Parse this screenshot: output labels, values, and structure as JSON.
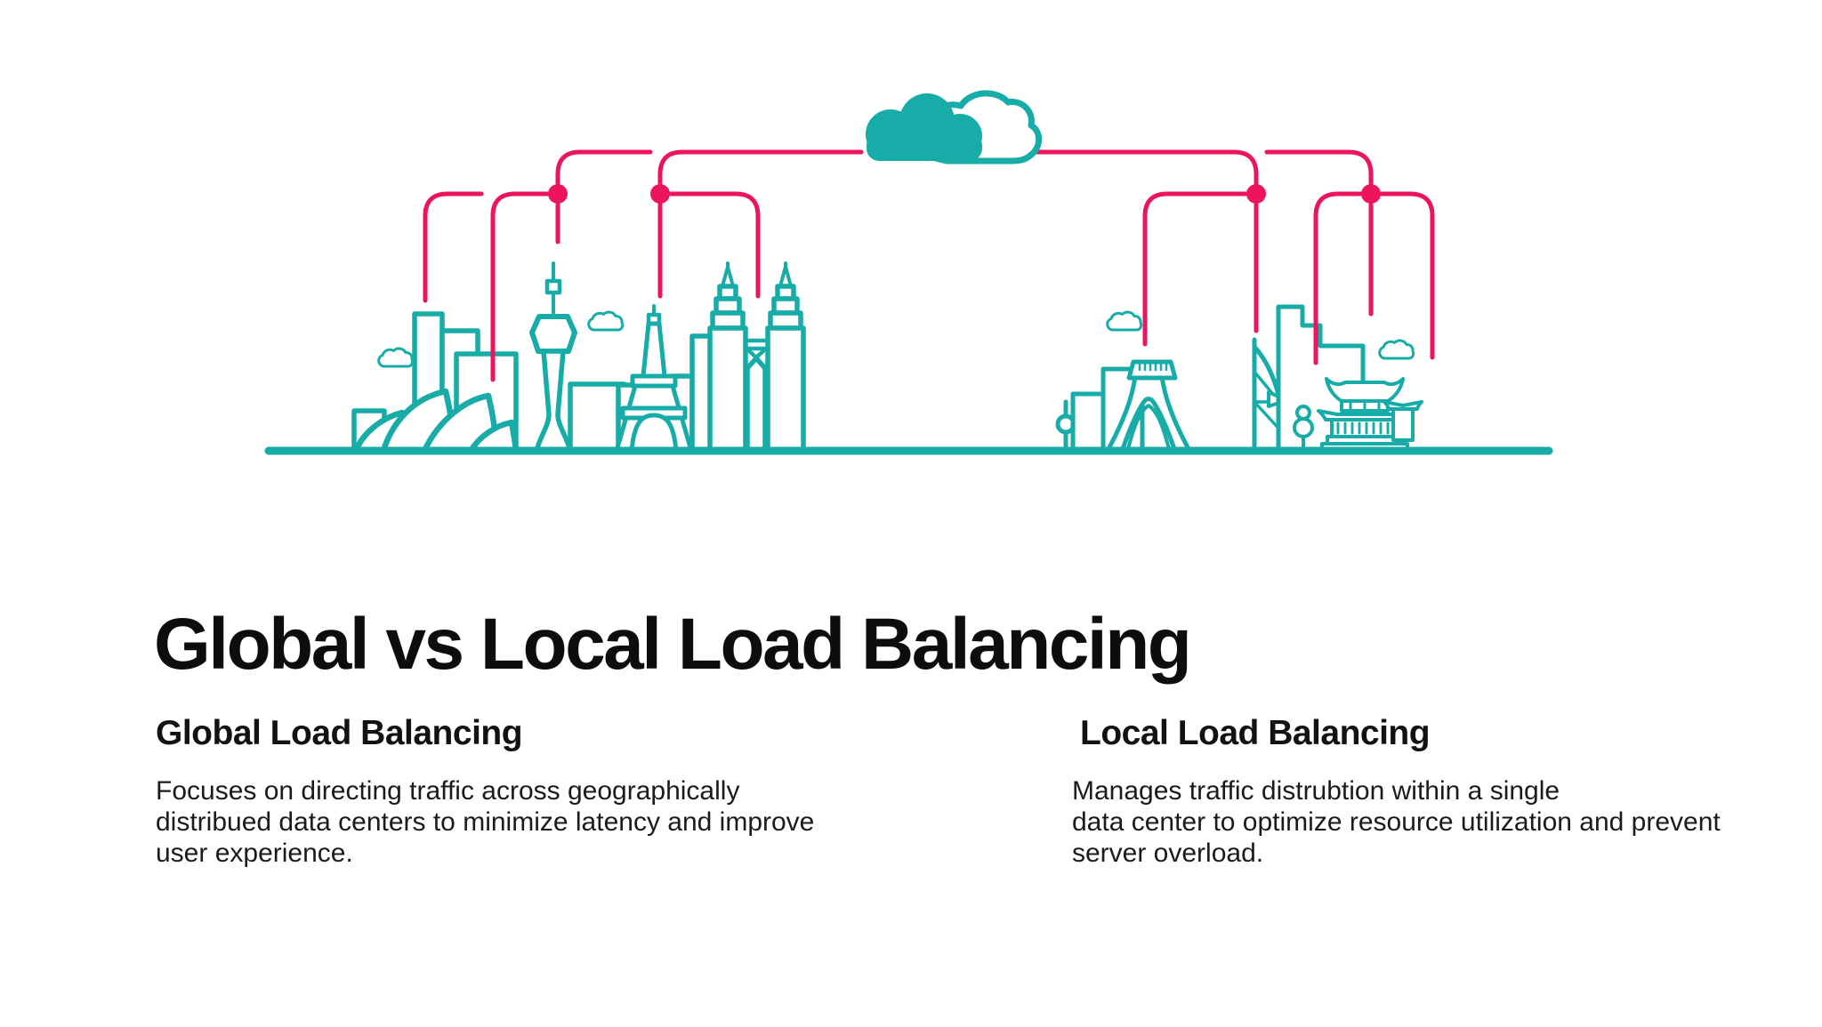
{
  "title": "Global vs Local Load Balancing",
  "columns": {
    "left": {
      "heading": "Global Load Balancing",
      "body_lines": [
        "Focuses on directing traffic across geographically",
        "distribued data centers to minimize latency and improve",
        "user experience."
      ]
    },
    "right": {
      "heading": "Local Load Balancing",
      "body_lines": [
        "Manages traffic distrubtion within a single",
        "data center to optimize resource utilization and prevent",
        "server overload."
      ]
    }
  },
  "illustration": {
    "colors": {
      "teal": "#17ACA8",
      "pink": "#EC135F"
    },
    "icons": {
      "cloud": "cloud-icon",
      "network_dot": "network-node-dot",
      "mini_cloud": "mini-cloud-icon"
    },
    "left_landmarks": [
      "city-buildings",
      "sydney-opera-house",
      "cn-tower",
      "eiffel-tower",
      "petronas-towers"
    ],
    "right_landmarks": [
      "azadi-tower",
      "burj-al-arab",
      "city-buildings",
      "chinese-temple"
    ]
  }
}
